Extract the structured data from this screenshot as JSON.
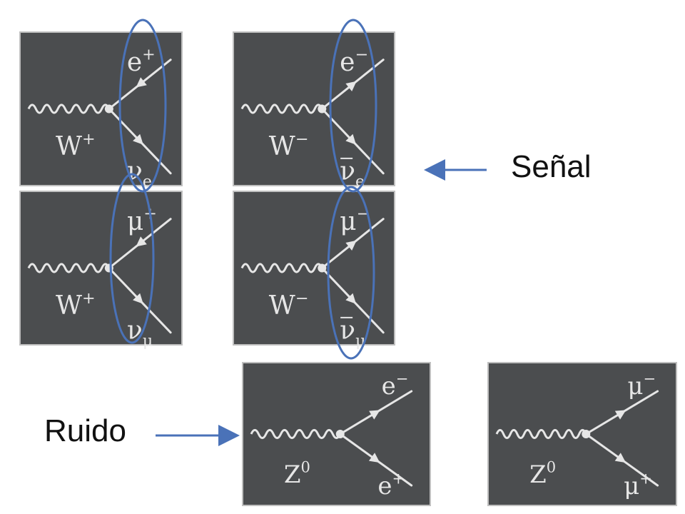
{
  "colors": {
    "board": "#4b4d4f",
    "chalk": "#e6e6e6",
    "highlight": "#4a72b8",
    "arrow": "#4a72b8"
  },
  "captions": {
    "signal": "Señal",
    "noise": "Ruido"
  },
  "diagrams": [
    {
      "boson": "W",
      "boson_sup": "+",
      "top": "e",
      "top_sup": "+",
      "bottom": "ν",
      "bottom_bar": false,
      "bottom_sub": "e"
    },
    {
      "boson": "W",
      "boson_sup": "−",
      "top": "e",
      "top_sup": "−",
      "bottom": "ν",
      "bottom_bar": true,
      "bottom_sub": "e"
    },
    {
      "boson": "W",
      "boson_sup": "+",
      "top": "μ",
      "top_sup": "+",
      "bottom": "ν",
      "bottom_bar": false,
      "bottom_sub": "μ"
    },
    {
      "boson": "W",
      "boson_sup": "−",
      "top": "μ",
      "top_sup": "−",
      "bottom": "ν",
      "bottom_bar": true,
      "bottom_sub": "μ"
    },
    {
      "boson": "Z",
      "boson_sup": "0",
      "top": "e",
      "top_sup": "−",
      "bottom": "e",
      "bottom_bar": false,
      "bottom_sub": "",
      "bottom_sup": "+"
    },
    {
      "boson": "Z",
      "boson_sup": "0",
      "top": "μ",
      "top_sup": "−",
      "bottom": "μ",
      "bottom_bar": false,
      "bottom_sub": "",
      "bottom_sup": "+"
    }
  ]
}
